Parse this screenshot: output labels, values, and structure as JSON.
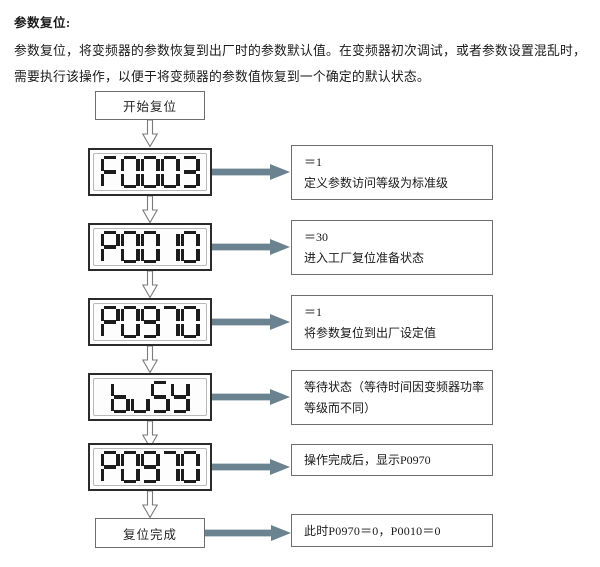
{
  "document": {
    "heading": "参数复位:",
    "paragraph": "参数复位，将变频器的参数恢复到出厂时的参数默认值。在变频器初次调试，或者参数设置混乱时，需要执行该操作，以便于将变频器的参数值恢复到一个确定的默认状态。"
  },
  "colors": {
    "arrow_fill": "#6b8290",
    "box_border": "#6e6e6e",
    "lcd_border": "#2b2b2b",
    "segment_on": "#1c1c1c",
    "text": "#1a1a1a"
  },
  "flowchart": {
    "start_node": {
      "label": "开始复位"
    },
    "end_node": {
      "label": "复位完成"
    },
    "steps": [
      {
        "display": "F0003",
        "display_kind": "seven-segment",
        "note_value": "＝1",
        "note_text": "定义参数访问等级为标准级"
      },
      {
        "display": "P0010",
        "display_kind": "seven-segment",
        "note_value": "＝30",
        "note_text": "进入工厂复位准备状态"
      },
      {
        "display": "P0970",
        "display_kind": "seven-segment",
        "note_value": "＝1",
        "note_text": "将参数复位到出厂设定值"
      },
      {
        "display": "buSY",
        "display_kind": "seven-segment",
        "note_value": "",
        "note_text": "等待状态（等待时间因变频器功率",
        "note_text2": "等级而不同）"
      },
      {
        "display": "P0970",
        "display_kind": "seven-segment",
        "note_value": "",
        "note_text": "操作完成后，显示P0970"
      }
    ],
    "end_note": {
      "note_value": "",
      "note_text": "此时P0970＝0，P0010＝0"
    }
  }
}
